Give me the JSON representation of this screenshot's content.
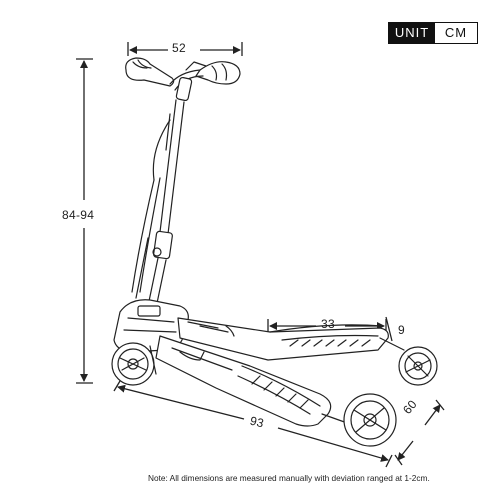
{
  "unit_box": {
    "label": "UNIT",
    "value": "CM"
  },
  "dimensions": {
    "handlebar_width": "52",
    "height": "84-94",
    "deck_length": "33",
    "deck_width": "9",
    "overall_length": "93",
    "rear_wheel_span": "60"
  },
  "note": "Note: All dimensions are measured manually with deviation ranged at 1-2cm.",
  "icons": [
    "dimension-arrow-icon",
    "scooter-illustration"
  ]
}
